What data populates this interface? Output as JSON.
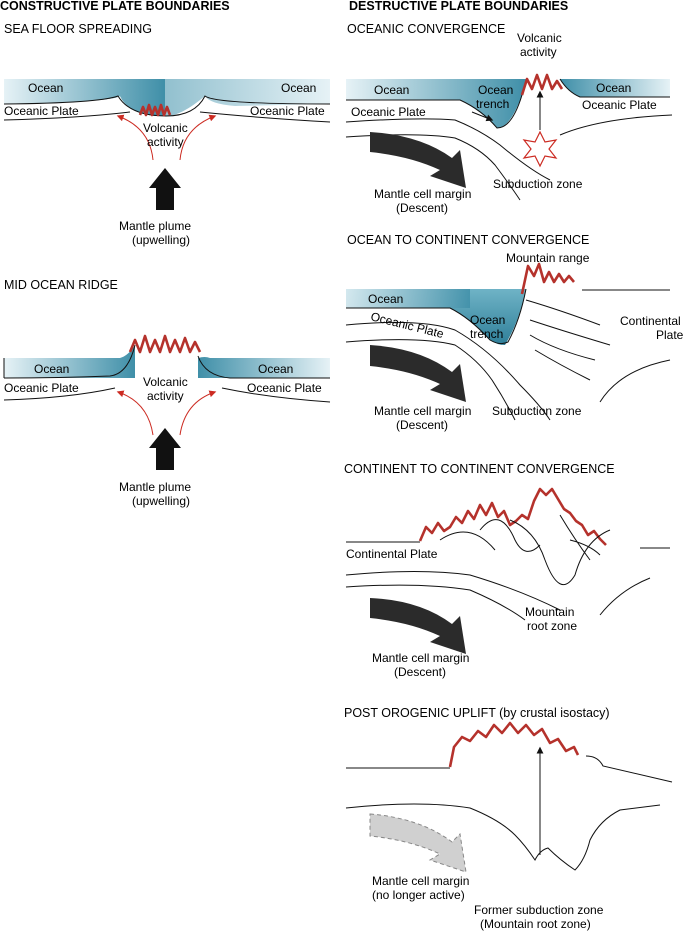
{
  "headings": {
    "constructive": "CONSTRUCTIVE PLATE BOUNDARIES",
    "destructive": "DESTRUCTIVE PLATE BOUNDARIES"
  },
  "panels": {
    "seafloor": {
      "title": "SEA FLOOR SPREADING",
      "ocean_left": "Ocean",
      "ocean_right": "Ocean",
      "plate_left": "Oceanic Plate",
      "plate_right": "Oceanic Plate",
      "volcanic_1": "Volcanic",
      "volcanic_2": "activity",
      "plume_1": "Mantle plume",
      "plume_2": "(upwelling)"
    },
    "ridge": {
      "title": "MID OCEAN RIDGE",
      "ocean_left": "Ocean",
      "ocean_right": "Ocean",
      "plate_left": "Oceanic Plate",
      "plate_right": "Oceanic Plate",
      "volcanic_1": "Volcanic",
      "volcanic_2": "activity",
      "plume_1": "Mantle plume",
      "plume_2": "(upwelling)"
    },
    "oceanic": {
      "title": "OCEANIC CONVERGENCE",
      "volcanic_1": "Volcanic",
      "volcanic_2": "activity",
      "ocean_left": "Ocean",
      "ocean_right": "Ocean",
      "trench_1": "Ocean",
      "trench_2": "trench",
      "plate_left": "Oceanic Plate",
      "plate_right": "Oceanic Plate",
      "mantle_1": "Mantle cell margin",
      "mantle_2": "(Descent)",
      "subduction": "Subduction zone"
    },
    "ocean_continent": {
      "title": "OCEAN TO CONTINENT CONVERGENCE",
      "mountain": "Mountain range",
      "ocean": "Ocean",
      "plate": "Oceanic Plate",
      "trench_1": "Ocean",
      "trench_2": "trench",
      "continental_1": "Continental",
      "continental_2": "Plate",
      "mantle_1": "Mantle cell margin",
      "mantle_2": "(Descent)",
      "subduction": "Subduction zone"
    },
    "continent_continent": {
      "title": "CONTINENT TO CONTINENT CONVERGENCE",
      "plate": "Continental Plate",
      "root_1": "Mountain",
      "root_2": "root zone",
      "mantle_1": "Mantle cell margin",
      "mantle_2": "(Descent)"
    },
    "post_orogenic": {
      "title": "POST OROGENIC UPLIFT (by crustal isostacy)",
      "mantle_1": "Mantle cell margin",
      "mantle_2": "(no longer active)",
      "former_1": "Former subduction zone",
      "former_2": "(Mountain root zone)"
    }
  },
  "colors": {
    "ocean_dark": "#3f8fa8",
    "ocean_light": "#e6f2f6",
    "volcanic_red": "#b5322c",
    "arrow_dark": "#2b2b2b",
    "arrow_inactive": "#c8c8c8"
  }
}
